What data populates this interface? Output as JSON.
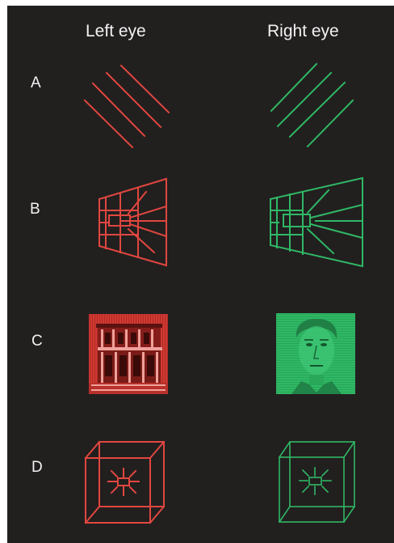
{
  "columns": {
    "left": "Left eye",
    "right": "Right eye"
  },
  "rows": [
    "A",
    "B",
    "C",
    "D"
  ],
  "stimuli": {
    "A": {
      "left": "diagonal-lines",
      "right": "diagonal-lines"
    },
    "B": {
      "left": "perspective-tunnel",
      "right": "perspective-tunnel"
    },
    "C": {
      "left": "house-photo",
      "right": "face-photo"
    },
    "D": {
      "left": "wire-cube",
      "right": "wire-cube"
    }
  },
  "colors": {
    "background": "#221f1f",
    "text": "#f2f2f2",
    "left_eye": "#e0473f",
    "right_eye": "#2fb865",
    "house_fill": "#cf3a33",
    "face_fill": "#2fb865"
  }
}
